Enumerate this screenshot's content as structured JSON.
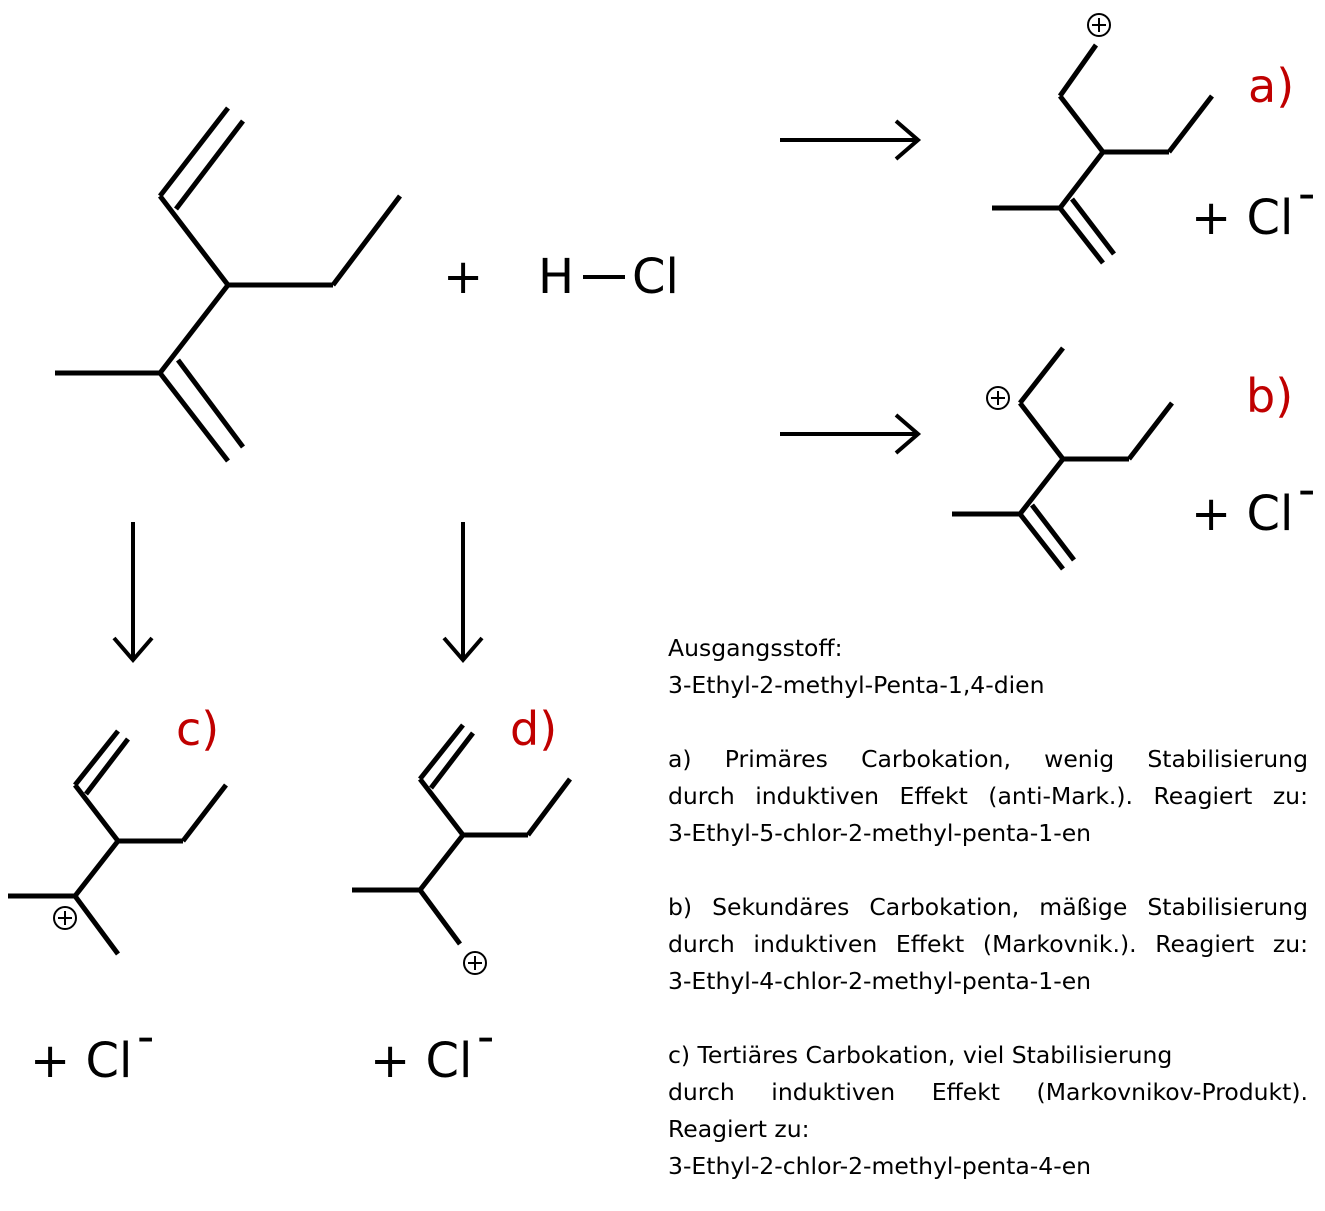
{
  "reaction": {
    "plus": "+",
    "reagent_h": "H",
    "reagent_cl": "Cl",
    "counter_ion": "+ Cl",
    "minus": "-"
  },
  "labels": {
    "a": "a)",
    "b": "b)",
    "c": "c)",
    "d": "d)"
  },
  "notes": {
    "start_title": "Ausgangsstoff:",
    "start_name": "3-Ethyl-2-methyl-Penta-1,4-dien",
    "a_line1": "a) Primäres Carbokation, wenig Stabilisierung",
    "a_line2": "durch induktiven Effekt (anti-Mark.). Reagiert zu:",
    "a_line3": "3-Ethyl-5-chlor-2-methyl-penta-1-en",
    "b_line1": "b) Sekundäres Carbokation, mäßige Stabilisierung",
    "b_line2": "durch induktiven Effekt (Markovnik.). Reagiert zu:",
    "b_line3": "3-Ethyl-4-chlor-2-methyl-penta-1-en",
    "c_line1": "c) Tertiäres Carbokation, viel Stabilisierung",
    "c_line2": "durch induktiven Effekt (Markovnikov-Produkt).",
    "c_line3": "Reagiert zu:",
    "c_line4": "3-Ethyl-2-chlor-2-methyl-penta-4-en"
  },
  "colors": {
    "label": "#c00000",
    "ink": "#000000"
  }
}
